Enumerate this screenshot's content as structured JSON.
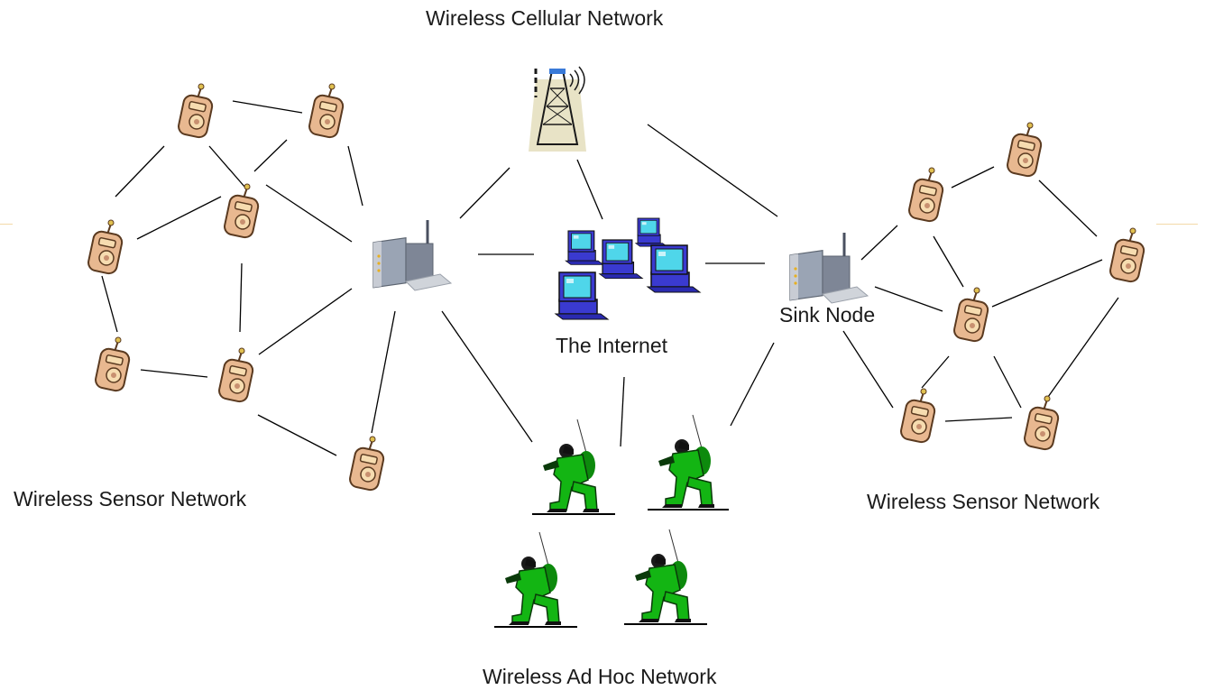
{
  "labels": {
    "cellular": "Wireless Cellular Network",
    "internet": "The Internet",
    "sink": "Sink Node",
    "sensor_left": "Wireless Sensor Network",
    "sensor_right": "Wireless Sensor Network",
    "adhoc": "Wireless Ad Hoc Network"
  },
  "colors": {
    "sensor_body": "#e8b890",
    "sensor_face": "#f6dcb0",
    "sensor_outline": "#5a3a20",
    "soldier": "#13b513",
    "monitor_screen": "#4fd6ea",
    "monitor_body": "#3a3ad0",
    "tower": "#d8d0a0",
    "link": "#000000"
  },
  "icons": {
    "sensor": "sensor-node-icon",
    "router": "router-icon",
    "tower": "cell-tower-icon",
    "computers": "computer-network-icon",
    "soldier": "soldier-icon"
  }
}
